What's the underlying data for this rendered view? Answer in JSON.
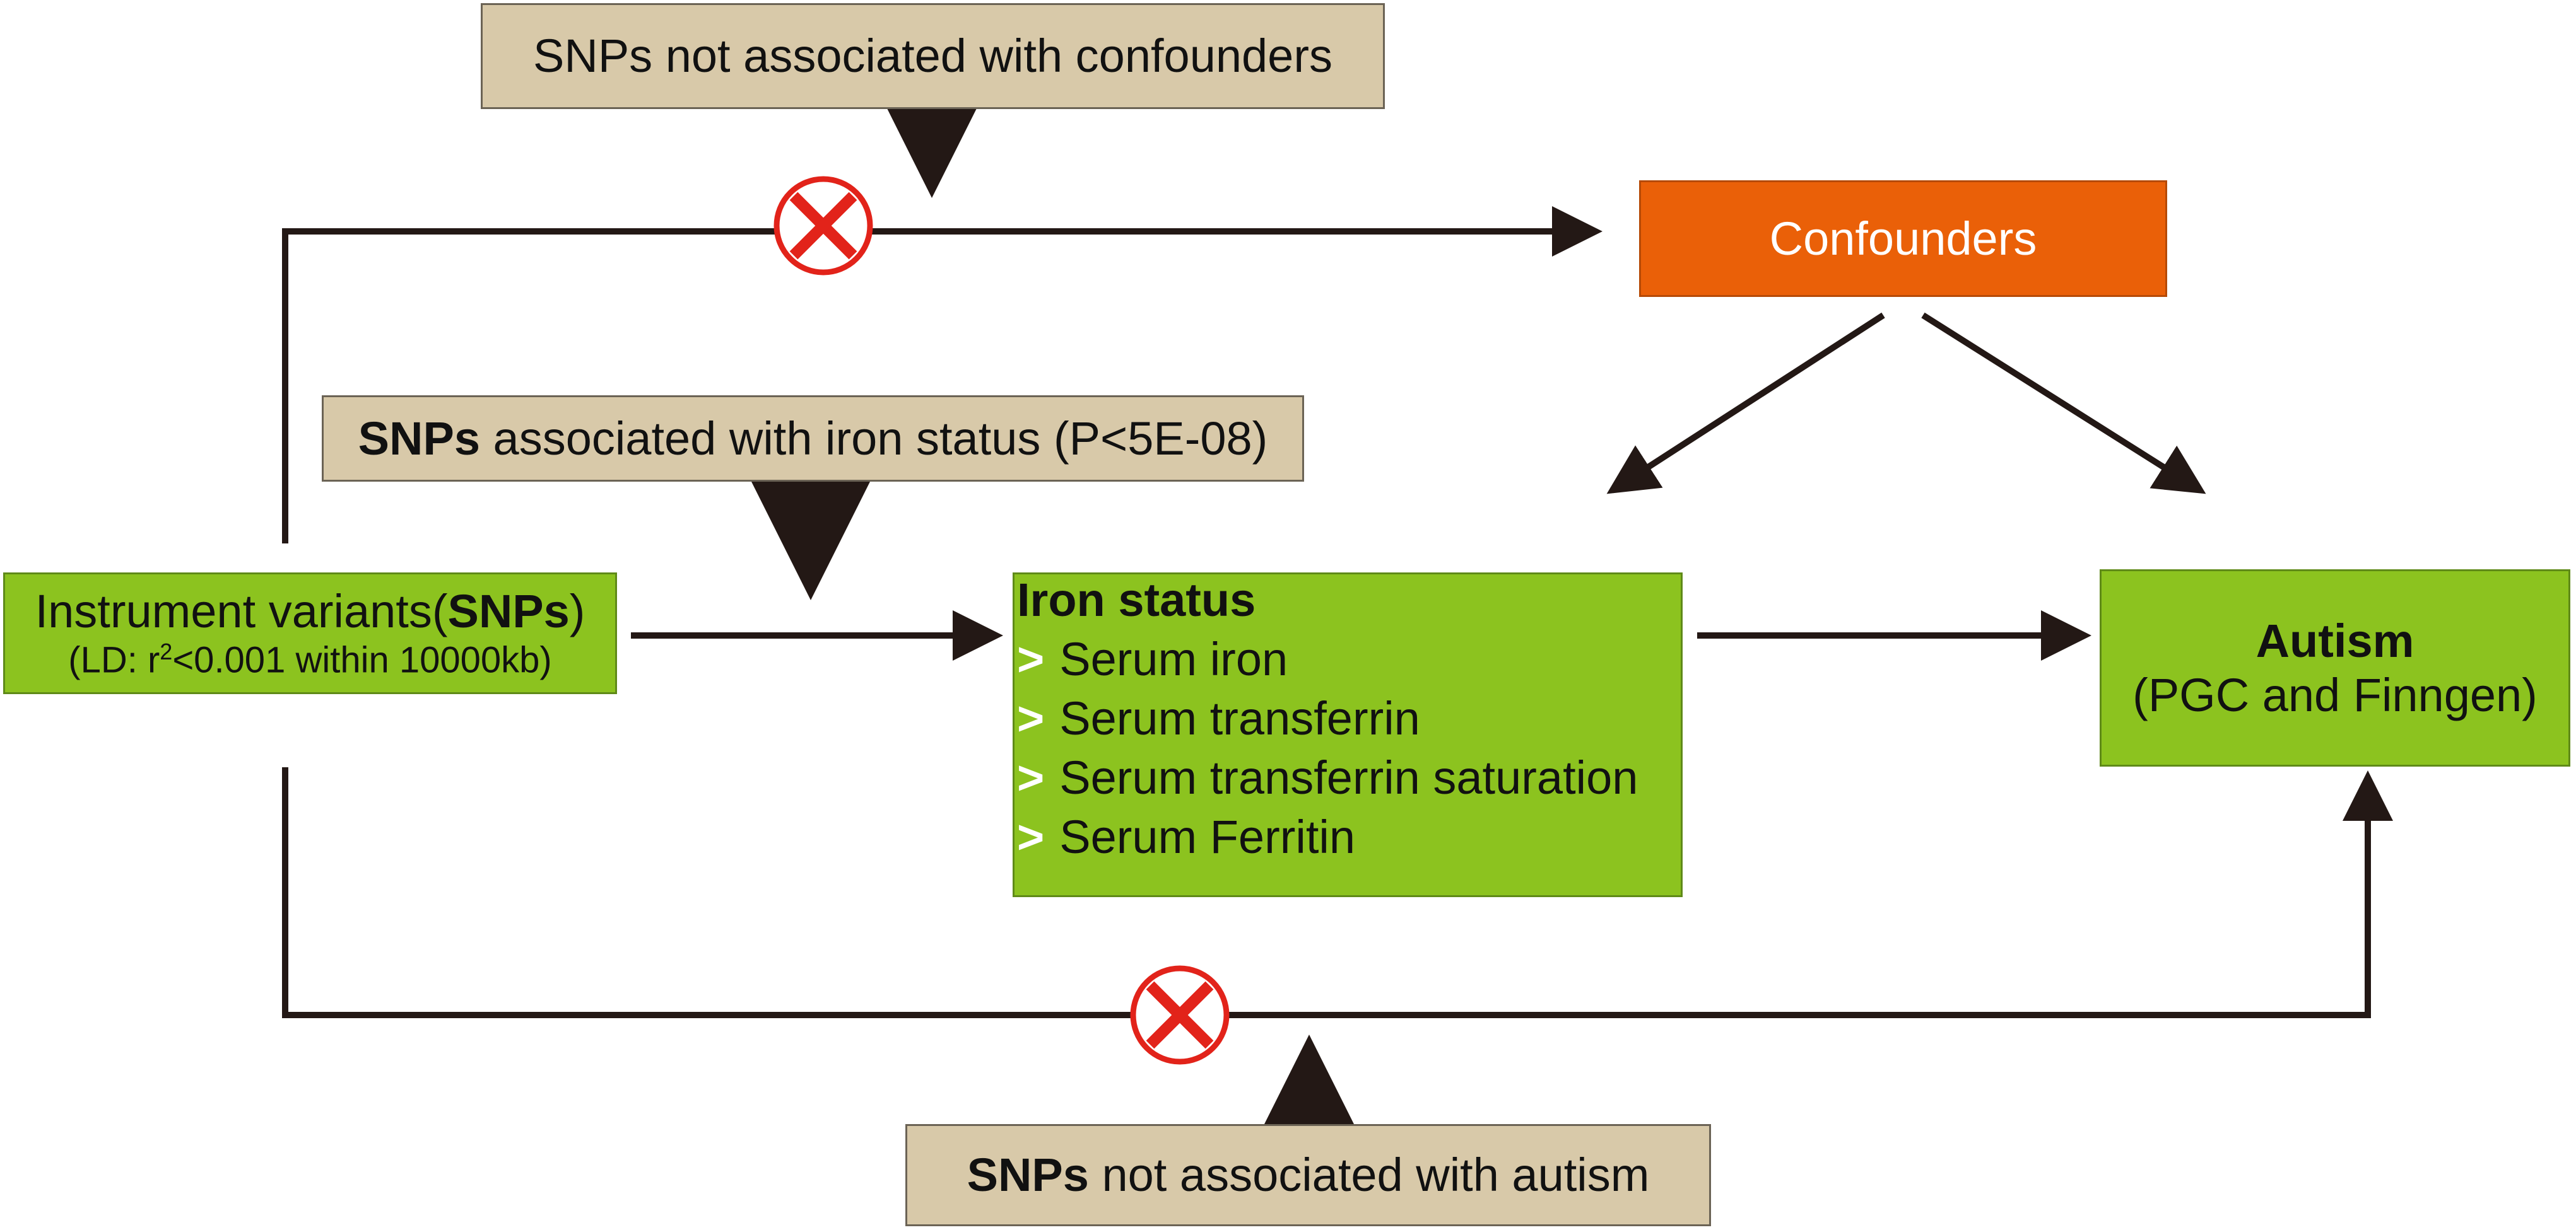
{
  "confounder_filter": {
    "text": "SNPs not associated with confounders"
  },
  "confounders": {
    "text": "Confounders"
  },
  "iron_filter": {
    "bold": "SNPs",
    "text": " associated with iron status (P<5E-08)"
  },
  "instruments": {
    "line1_prefix": "Instrument variants(",
    "line1_bold": "SNPs",
    "line1_suffix": ")",
    "line2_prefix": "(LD: r",
    "line2_sup": "2",
    "line2_suffix": "<0.001 within 10000kb)"
  },
  "iron_status": {
    "title": "Iron status",
    "bullet": ">",
    "items": [
      "Serum iron",
      "Serum transferrin",
      "Serum transferrin saturation",
      "Serum Ferritin"
    ]
  },
  "autism": {
    "title": "Autism",
    "subtitle": "(PGC and Finngen)"
  },
  "autism_filter": {
    "bold": "SNPs",
    "text": " not associated with autism"
  },
  "colors": {
    "tan_box": "#d8c9a9",
    "green_box": "#8cc31f",
    "orange_box": "#ea6008",
    "arrow": "#231815",
    "cross": "#e2231a"
  }
}
